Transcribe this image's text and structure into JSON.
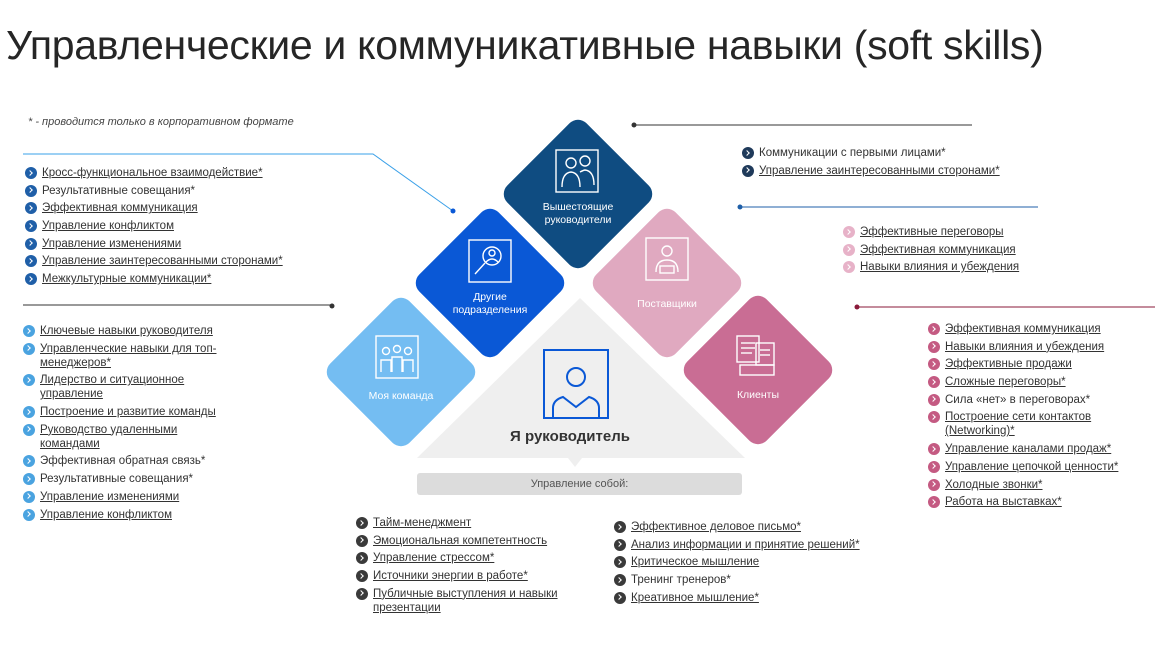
{
  "title": "Управленческие и коммуникативные навыки (soft skills)",
  "note": "* - проводится только в корпоративном  формате",
  "diamonds": {
    "top": "Вышестоящие руководители",
    "other": "Другие подразделения",
    "suppliers": "Поставщики",
    "team": "Моя команда",
    "clients": "Клиенты"
  },
  "center": "Я руководитель",
  "self_label": "Управление собой:",
  "colors": {
    "navy": "#0f4c81",
    "blue": "#0a58d6",
    "light_blue": "#74bdf2",
    "pink": "#e0a9c0",
    "rose": "#c96d94"
  },
  "lists": {
    "other": [
      {
        "text": "Кросс-функциональное  взаимодействие*",
        "u": true
      },
      {
        "text": "Результативные совещания*",
        "u": false
      },
      {
        "text": "Эффективная коммуникация",
        "u": true
      },
      {
        "text": "Управление  конфликтом",
        "u": true
      },
      {
        "text": "Управление  изменениями",
        "u": true
      },
      {
        "text": "Управление  заинтересованными сторонами*",
        "u": true
      },
      {
        "text": "Межкультурные коммуникации*",
        "u": true
      }
    ],
    "team": [
      {
        "text": "Ключевые навыки руководителя",
        "u": true
      },
      {
        "text": "Управленческие  навыки для топ-менеджеров*",
        "u": true
      },
      {
        "text": "Лидерство и ситуационное  управление",
        "u": true
      },
      {
        "text": "Построение  и развитие команды",
        "u": true
      },
      {
        "text": "Руководство удаленными командами",
        "u": true
      },
      {
        "text": "Эффективная обратная связь*",
        "u": false
      },
      {
        "text": "Результативные совещания*",
        "u": false
      },
      {
        "text": "Управление  изменениями",
        "u": true
      },
      {
        "text": "Управление  конфликтом",
        "u": true
      }
    ],
    "top": [
      {
        "text": "Коммуникации  с первыми лицами*",
        "u": false
      },
      {
        "text": "Управление  заинтересованными  сторонами*",
        "u": true
      }
    ],
    "suppliers": [
      {
        "text": "Эффективные переговоры",
        "u": true
      },
      {
        "text": "Эффективная коммуникация",
        "u": true
      },
      {
        "text": "Навыки влияния  и убеждения",
        "u": true
      }
    ],
    "clients": [
      {
        "text": "Эффективная коммуникация",
        "u": true
      },
      {
        "text": "Навыки влияния  и убеждения",
        "u": true
      },
      {
        "text": "Эффективные продажи",
        "u": true
      },
      {
        "text": "Сложные переговоры*",
        "u": true
      },
      {
        "text": "Сила «нет» в переговорах*",
        "u": false
      },
      {
        "text": "Построение  сети контактов (Networking)*",
        "u": true
      },
      {
        "text": "Управление  каналами  продаж*",
        "u": true
      },
      {
        "text": "Управление  цепочкой ценности*",
        "u": true
      },
      {
        "text": "Холодные  звонки*",
        "u": true
      },
      {
        "text": "Работа  на выставках*",
        "u": true
      }
    ],
    "self_left": [
      {
        "text": "Тайм-менеджмент",
        "u": true
      },
      {
        "text": "Эмоциональная  компетентность",
        "u": true
      },
      {
        "text": "Управление  стрессом*",
        "u": true
      },
      {
        "text": "Источники  энергии  в работе*",
        "u": true
      },
      {
        "text": "Публичные  выступления  и навыки презентации",
        "u": true
      }
    ],
    "self_right": [
      {
        "text": "Эффективное деловое письмо*",
        "u": true
      },
      {
        "text": "Анализ  информации  и принятие  решений*",
        "u": true
      },
      {
        "text": "Критическое  мышление",
        "u": true
      },
      {
        "text": "Тренинг  тренеров*",
        "u": false
      },
      {
        "text": "Креативное  мышление*",
        "u": true
      }
    ]
  }
}
